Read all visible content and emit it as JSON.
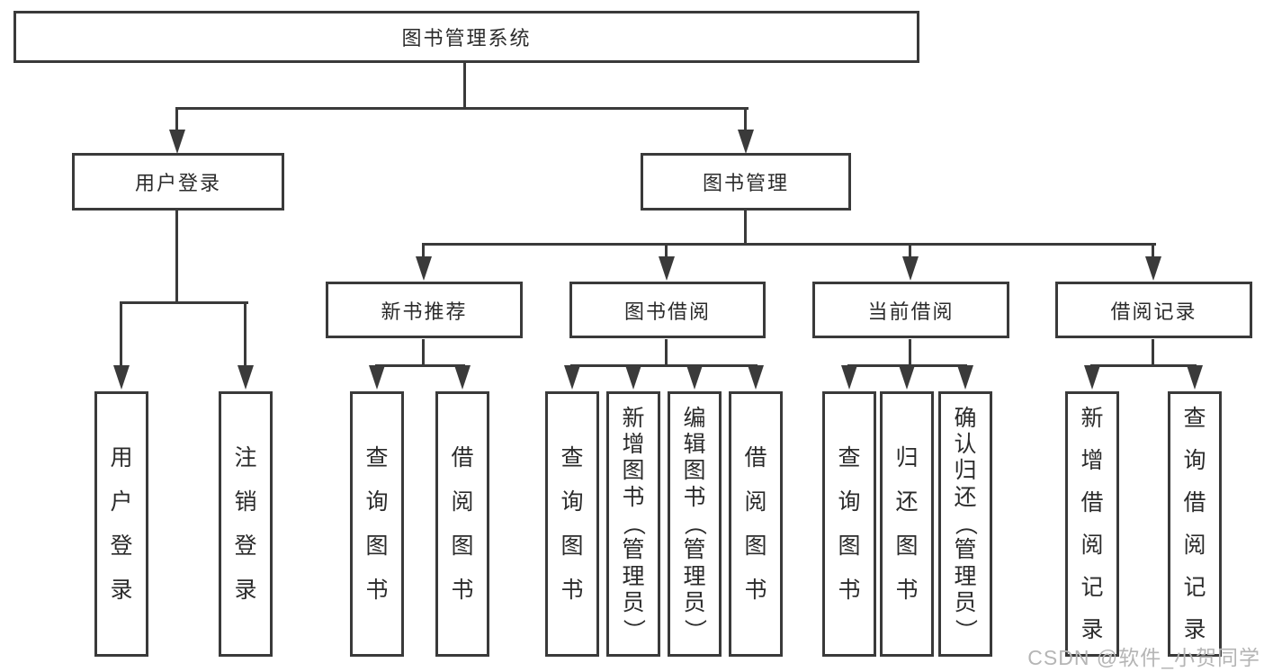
{
  "tree": {
    "root": "图书管理系统",
    "user_login": {
      "label": "用户登录",
      "leaves": [
        "用户登录",
        "注销登录"
      ]
    },
    "book_mgmt": {
      "label": "图书管理",
      "sections": [
        {
          "label": "新书推荐",
          "leaves": [
            "查询图书",
            "借阅图书"
          ]
        },
        {
          "label": "图书借阅",
          "leaves": [
            "查询图书",
            "新增图书（管理员）",
            "编辑图书（管理员）",
            "借阅图书"
          ]
        },
        {
          "label": "当前借阅",
          "leaves": [
            "查询图书",
            "归还图书",
            "确认归还（管理员）"
          ]
        },
        {
          "label": "借阅记录",
          "leaves": [
            "新增借阅记录",
            "查询借阅记录"
          ]
        }
      ]
    }
  },
  "watermark": "CSDN @软件_小贺同学",
  "colors": {
    "line": "#3a3a3a",
    "text": "#2b2b2b",
    "watermark": "#b5b5b5",
    "background": "#ffffff"
  }
}
